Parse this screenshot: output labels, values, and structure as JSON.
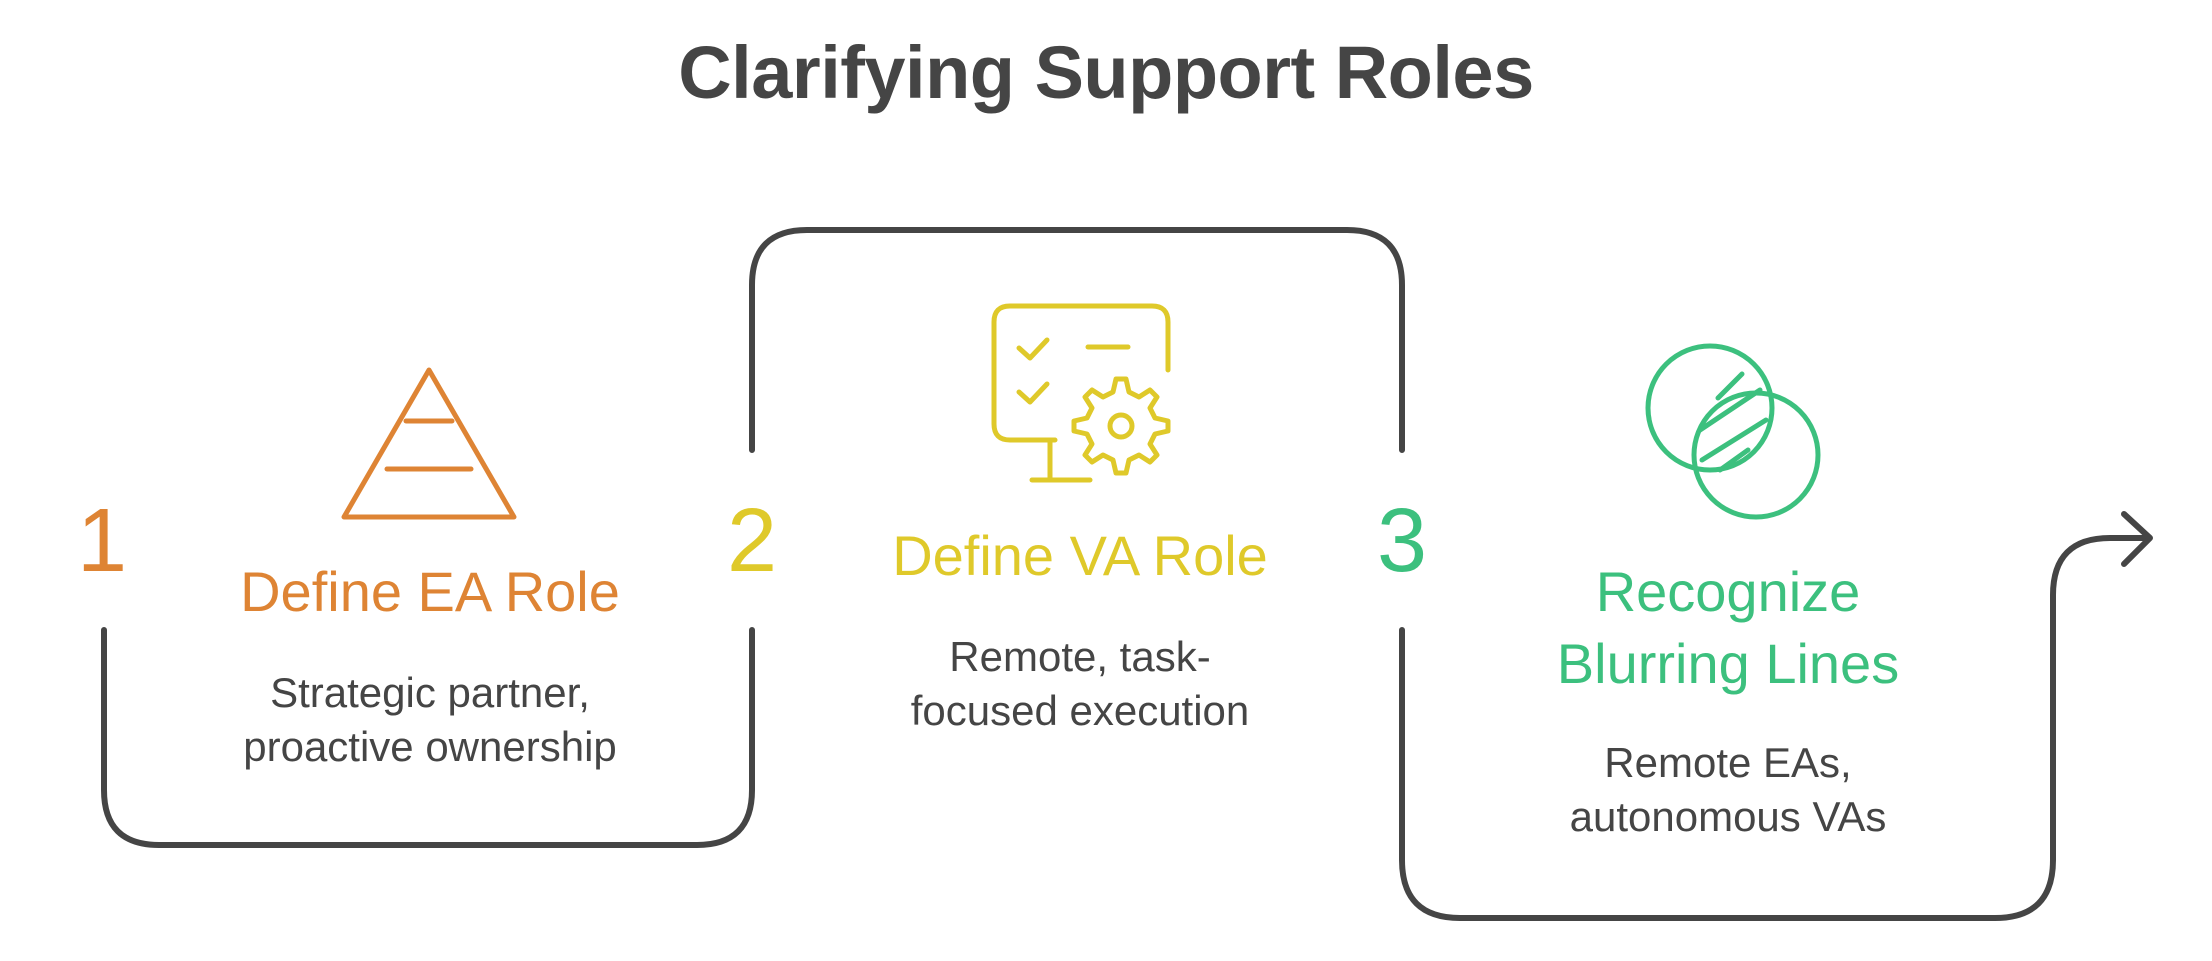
{
  "title": "Clarifying Support Roles",
  "colors": {
    "step1": "#de8434",
    "step2": "#dfc92a",
    "step3": "#3cc07e",
    "connector": "#454545",
    "text": "#454545"
  },
  "steps": [
    {
      "number": "1",
      "title": "Define EA Role",
      "description_lines": [
        "Strategic partner,",
        "proactive ownership"
      ],
      "icon": "pyramid-icon"
    },
    {
      "number": "2",
      "title": "Define VA Role",
      "description_lines": [
        "Remote, task-",
        "focused execution"
      ],
      "icon": "monitor-checklist-gear-icon"
    },
    {
      "number": "3",
      "title_lines": [
        "Recognize",
        "Blurring Lines"
      ],
      "description_lines": [
        "Remote EAs,",
        "autonomous VAs"
      ],
      "icon": "overlapping-circles-icon"
    }
  ]
}
